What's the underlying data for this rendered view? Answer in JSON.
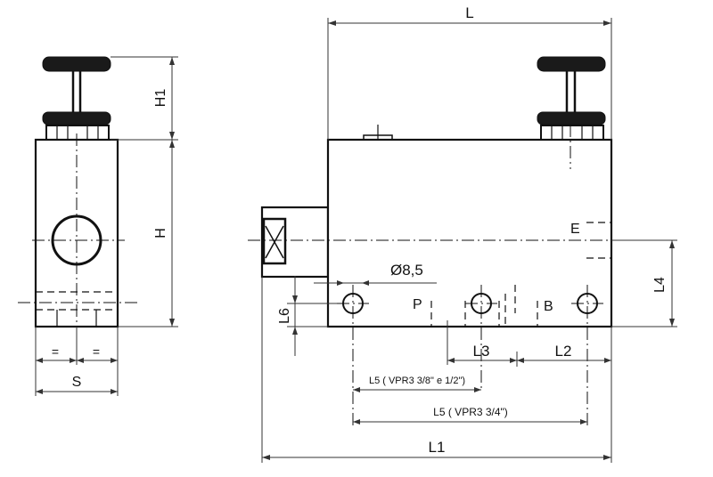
{
  "labels": {
    "L": "L",
    "H1": "H1",
    "H": "H",
    "eq_left": "=",
    "eq_right": "=",
    "S": "S",
    "E": "E",
    "P": "P",
    "B": "B",
    "dia": "Ø8,5",
    "L4": "L4",
    "L6": "L6",
    "L3": "L3",
    "L2": "L2",
    "L5a": "L5 ( VPR3 3/8\" e 1/2\")",
    "L5b": "L5 ( VPR3 3/4\")",
    "L1": "L1"
  }
}
